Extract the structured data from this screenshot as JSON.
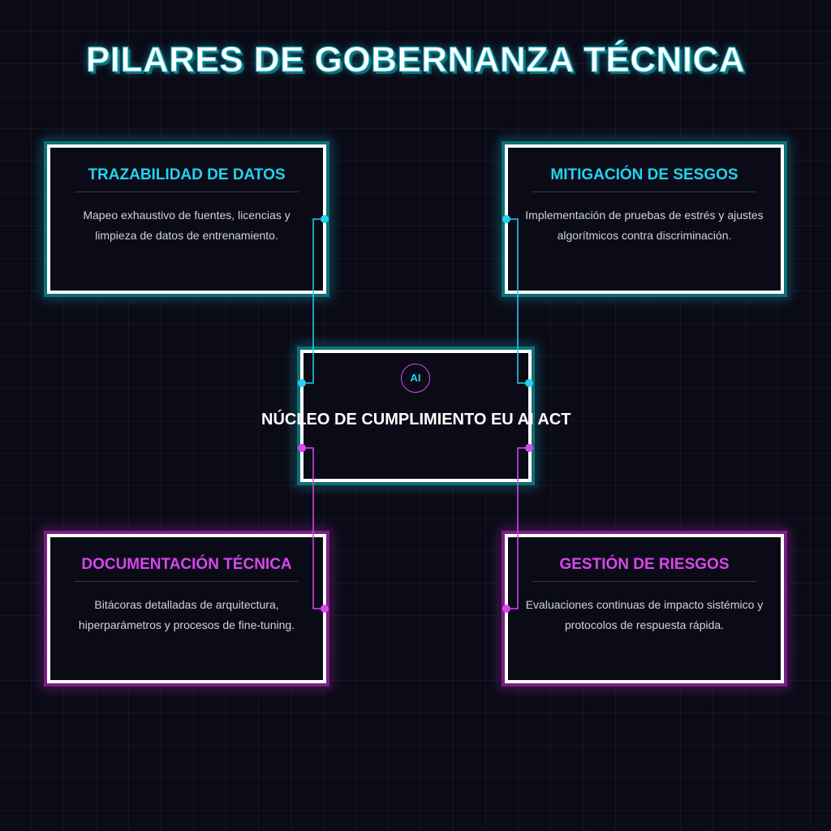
{
  "title": "PILARES DE GOBERNANZA TÉCNICA",
  "colors": {
    "background": "#0b0b17",
    "cyan": "#22d3ee",
    "magenta": "#d946ef",
    "text": "#ffffff",
    "muted_text": "#cfd3e0"
  },
  "core": {
    "badge": "AI",
    "label": "NÚCLEO DE CUMPLIMIENTO EU AI ACT"
  },
  "pillars": [
    {
      "title": "TRAZABILIDAD DE DATOS",
      "description": "Mapeo exhaustivo de fuentes, licencias y limpieza de datos de entrenamiento.",
      "accent": "cyan"
    },
    {
      "title": "MITIGACIÓN DE SESGOS",
      "description": "Implementación de pruebas de estrés y ajustes algorítmicos contra discriminación.",
      "accent": "cyan"
    },
    {
      "title": "DOCUMENTACIÓN TÉCNICA",
      "description": "Bitácoras detalladas de arquitectura, hiperparámetros y procesos de fine-tuning.",
      "accent": "magenta"
    },
    {
      "title": "GESTIÓN DE RIESGOS",
      "description": "Evaluaciones continuas de impacto sistémico y protocolos de respuesta rápida.",
      "accent": "magenta"
    }
  ]
}
